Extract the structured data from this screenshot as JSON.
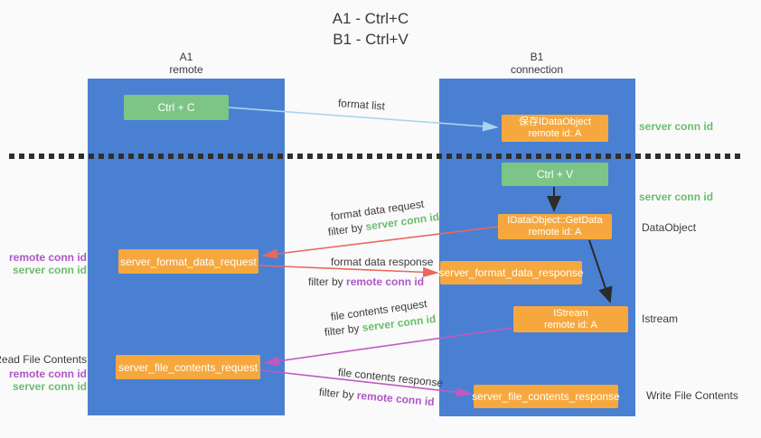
{
  "title": {
    "line1": "A1 - Ctrl+C",
    "line2": "B1 - Ctrl+V"
  },
  "lanes": {
    "a1": {
      "name": "A1",
      "subtitle": "remote"
    },
    "b1": {
      "name": "B1",
      "subtitle": "connection"
    }
  },
  "nodes": {
    "ctrl_c": {
      "label": "Ctrl + C"
    },
    "save_idataobject": {
      "line1": "保存IDataObject",
      "line2": "remote id: A"
    },
    "ctrl_v": {
      "label": "Ctrl + V"
    },
    "idataobject_getdata": {
      "line1": "IDataObject::GetData",
      "line2": "remote id: A"
    },
    "server_format_data_request": {
      "label": "server_format_data_request"
    },
    "server_format_data_response": {
      "label": "server_format_data_response"
    },
    "istream": {
      "line1": "IStream",
      "line2": "remote id: A"
    },
    "server_file_contents_request": {
      "label": "server_file_contents_request"
    },
    "server_file_contents_response": {
      "label": "server_file_contents_response"
    }
  },
  "flows": {
    "format_list": {
      "label": "format list"
    },
    "format_data_request": {
      "label": "format data request",
      "filter_prefix": "filter by",
      "filter_key": "server conn id"
    },
    "format_data_response": {
      "label": "format data response",
      "filter_prefix": "filter by",
      "filter_key": "remote conn id"
    },
    "file_contents_request": {
      "label": "file contents request",
      "filter_prefix": "filter by",
      "filter_key": "server conn id"
    },
    "file_contents_response": {
      "label": "file contents response",
      "filter_prefix": "filter by",
      "filter_key": "remote conn id"
    }
  },
  "annotations": {
    "right_server_conn_id_top": "server conn id",
    "right_server_conn_id_mid": "server conn id",
    "dataobject": "DataObject",
    "istream": "Istream",
    "write_file_contents": "Write File Contents",
    "left_remote_conn_id_top": "remote conn id",
    "left_server_conn_id_top": "server conn id",
    "read_file_contents": "Read File Contents",
    "left_remote_conn_id_bottom": "remote conn id",
    "left_server_conn_id_bottom": "server conn id"
  },
  "colors": {
    "lane_fill": "#4a80d2",
    "node_green": "#7cc586",
    "node_orange": "#f6a83e",
    "arrow_blue": "#a9d4ef",
    "arrow_red": "#e8695d",
    "arrow_magenta": "#c05ac0",
    "arrow_black": "#2b2b2b",
    "text_green": "#6abd6e",
    "text_purple": "#ae56c8",
    "text_dark": "#3c3c3c"
  }
}
